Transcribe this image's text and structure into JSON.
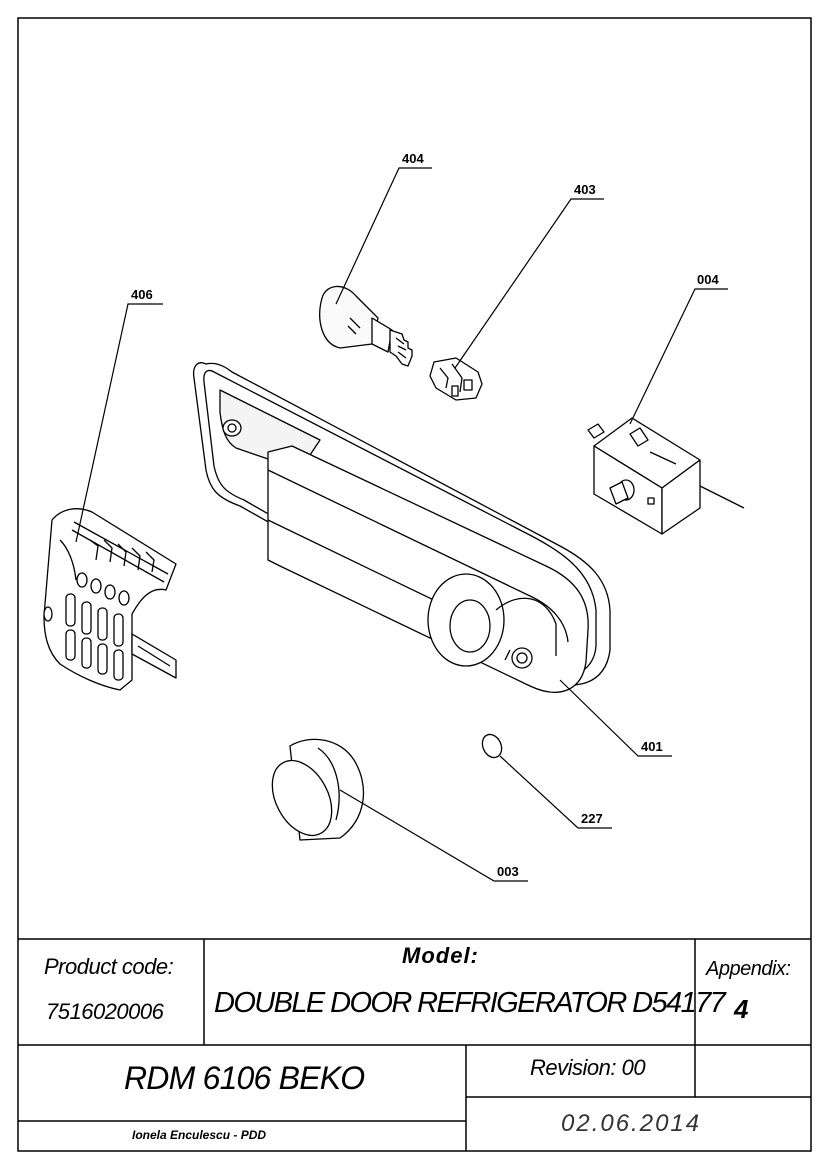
{
  "callouts": [
    {
      "id": "404",
      "label": "404"
    },
    {
      "id": "403",
      "label": "403"
    },
    {
      "id": "406",
      "label": "406"
    },
    {
      "id": "004",
      "label": "004"
    },
    {
      "id": "401",
      "label": "401"
    },
    {
      "id": "227",
      "label": "227"
    },
    {
      "id": "003",
      "label": "003"
    }
  ],
  "title_block": {
    "product_code_label": "Product code:",
    "product_code": "7516020006",
    "model_label": "Model:",
    "model": "DOUBLE DOOR REFRIGERATOR D54177",
    "appendix_label": "Appendix:",
    "appendix": "4",
    "part_name": "RDM 6106 BEKO",
    "revision": "Revision: 00",
    "author": "Ionela Enculescu - PDD",
    "date": "02.06.2014"
  }
}
